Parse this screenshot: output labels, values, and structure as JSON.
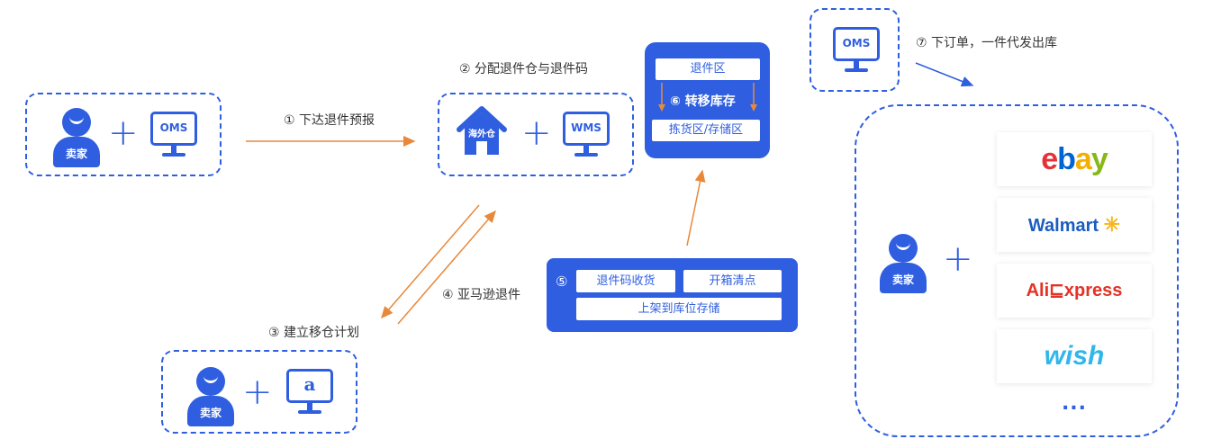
{
  "steps": {
    "s1": "① 下达退件预报",
    "s2": "② 分配退件仓与退件码",
    "s3": "③  建立移仓计划",
    "s4": "④ 亚马逊退件",
    "s5_num": "⑤",
    "s6": "⑥  转移库存",
    "s7": "⑦ 下订单，一件代发出库"
  },
  "seller_label": "卖家",
  "oms_label": "OMS",
  "wms_label": "WMS",
  "warehouse_label": "海外仓",
  "amazon_letter": "a",
  "stock_box": {
    "top": "退件区",
    "bottom": "拣货区/存储区"
  },
  "receive_box": {
    "btn1": "退件码收货",
    "btn2": "开箱清点",
    "btn3": "上架到库位存储"
  },
  "platforms": {
    "ebay": [
      "e",
      "b",
      "a",
      "y"
    ],
    "walmart": "Walmart",
    "ali_a": "Ali",
    "ali_b": "xpress",
    "wish": "wish",
    "more": "..."
  },
  "colors": {
    "brand_blue": "#2f5fe0",
    "arrow_orange": "#e8883a"
  }
}
